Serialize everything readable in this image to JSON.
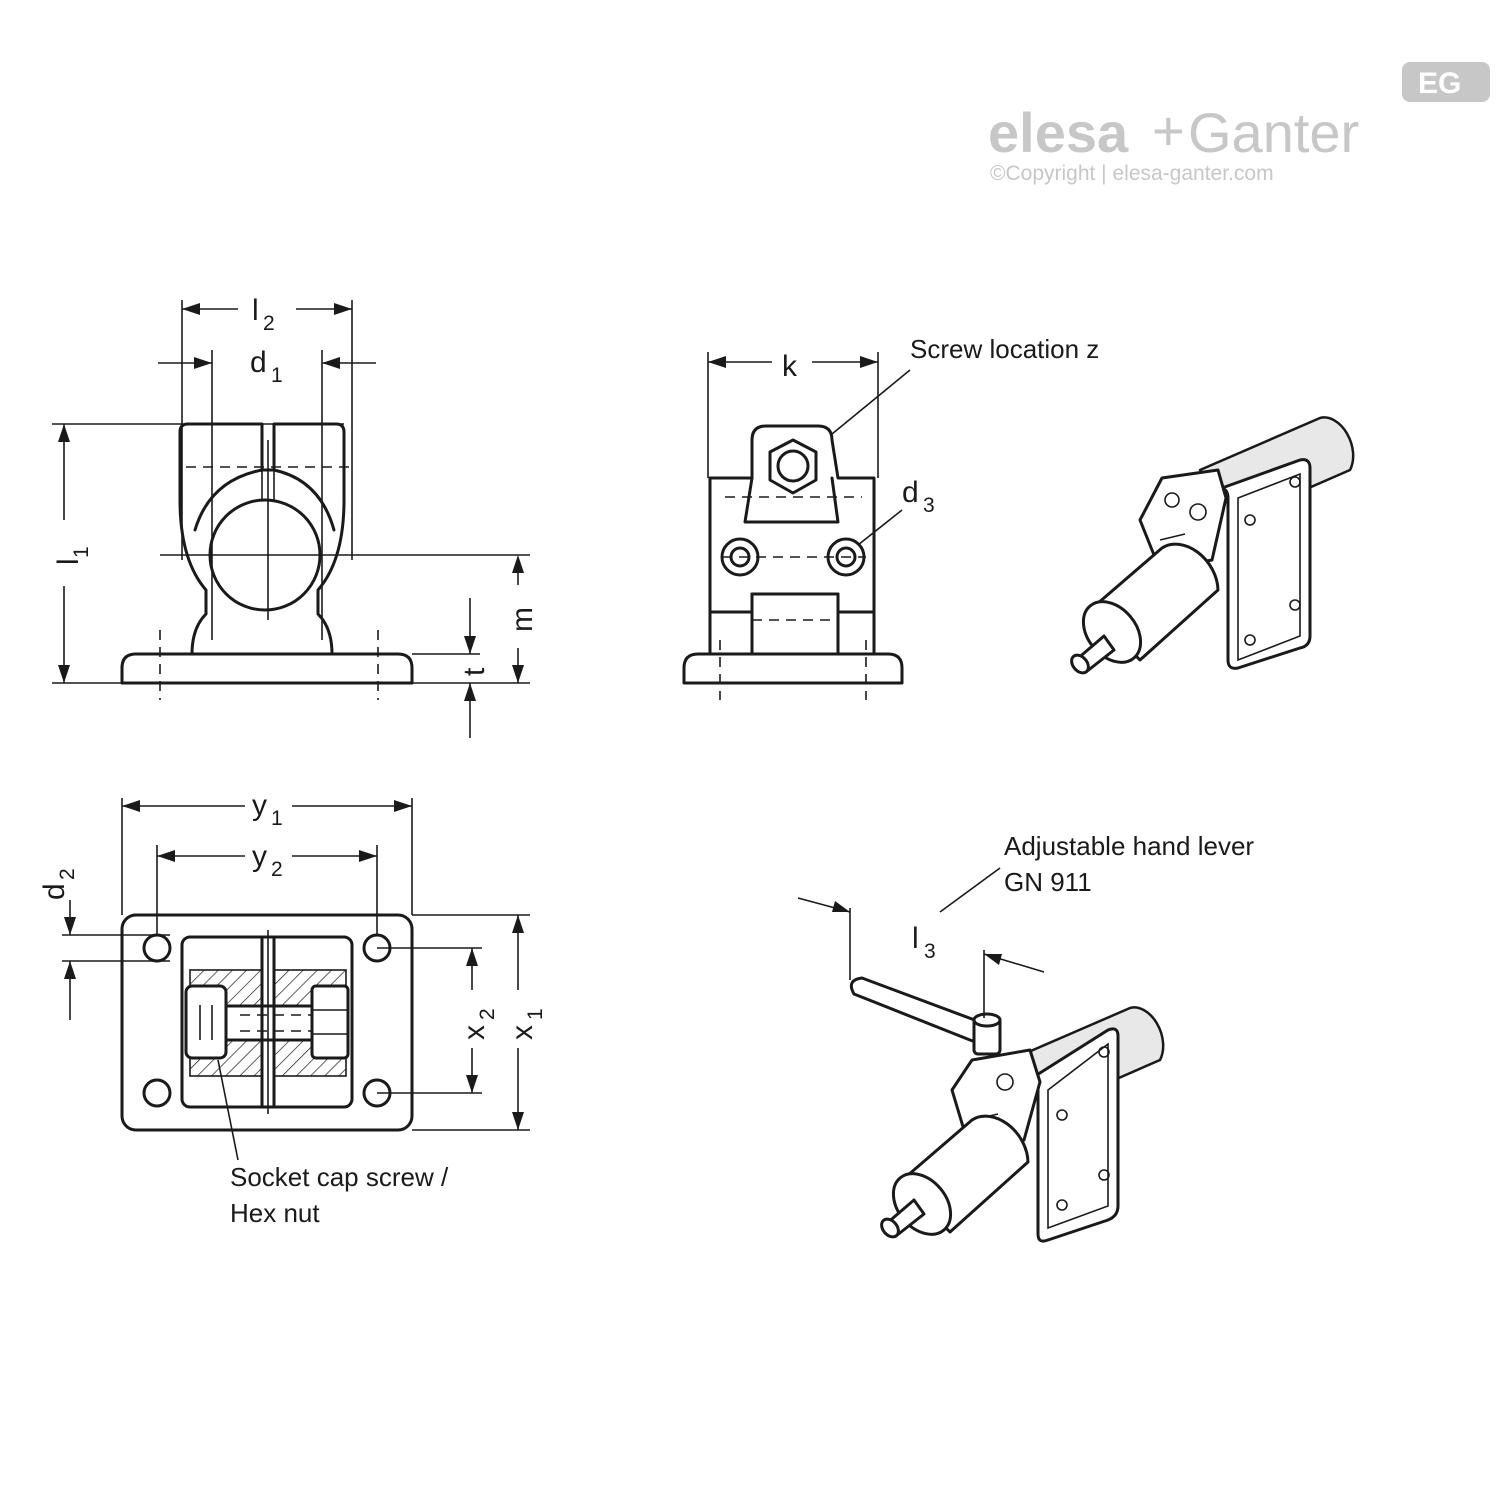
{
  "logo": {
    "brand_left": "elesa",
    "brand_plus": "+",
    "brand_right": "Ganter",
    "copyright": "©Copyright | elesa-ganter.com",
    "badge_text": "EG"
  },
  "labels": {
    "l2": "l",
    "l2_sub": "2",
    "d1": "d",
    "d1_sub": "1",
    "l1": "l",
    "l1_sub": "1",
    "m": "m",
    "t": "t",
    "k": "k",
    "d3": "d",
    "d3_sub": "3",
    "y1": "y",
    "y1_sub": "1",
    "y2": "y",
    "y2_sub": "2",
    "d2": "d",
    "d2_sub": "2",
    "x2": "x",
    "x2_sub": "2",
    "x1": "x",
    "x1_sub": "1",
    "l3": "l",
    "l3_sub": "3"
  },
  "callouts": {
    "screw_location": "Screw location z",
    "socket_line1": "Socket cap screw /",
    "socket_line2": "Hex nut",
    "lever_line1": "Adjustable hand lever",
    "lever_line2": "GN 911"
  }
}
